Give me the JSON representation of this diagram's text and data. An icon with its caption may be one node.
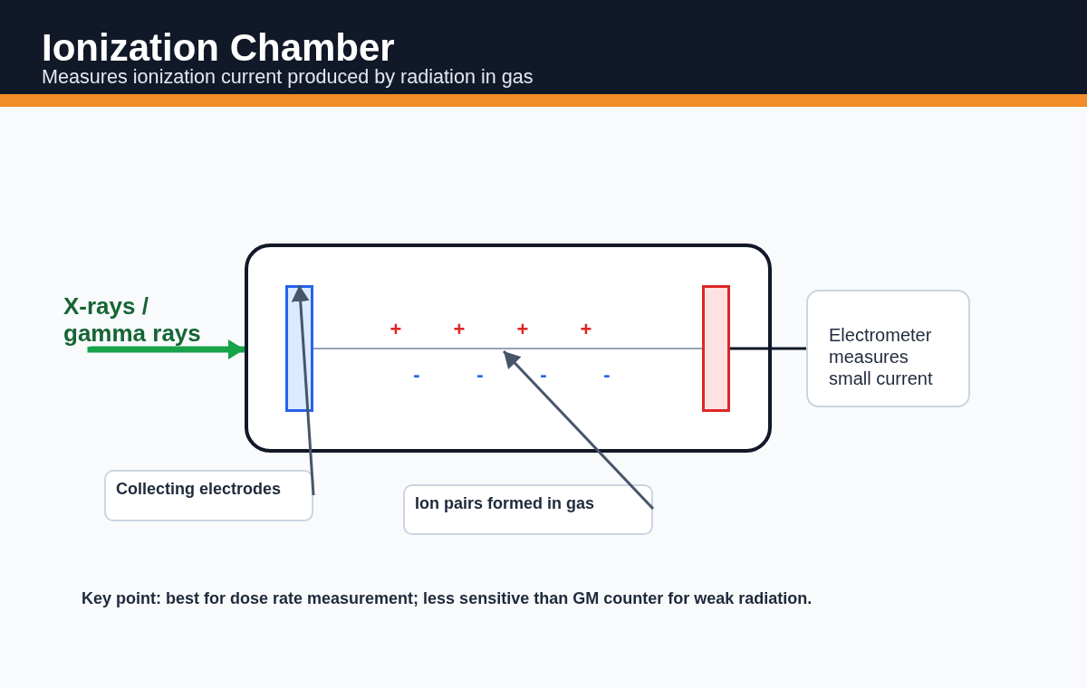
{
  "diagram": {
    "title": "Ionization Chamber",
    "nodes": [
      {
        "text": [
          "X-rays / gamma rays"
        ]
      },
      {
        "text": [],
        "shape": "box"
      },
      {
        "text": [],
        "shape": "bar",
        "in": 1
      },
      {
        "text": [],
        "shape": "bar",
        "in": 1
      },
      {
        "text": [
          "Electrometer measures small current"
        ]
      },
      {
        "text": [
          "Collecting electrodes"
        ]
      },
      {
        "text": [
          "Ion pairs formed in gas"
        ]
      }
    ],
    "edges": [
      {
        "from": 0,
        "to": 1,
        "arrow": "to",
        "style": "thick",
        "color": "#16a34a"
      },
      {
        "from": 2,
        "to": 3,
        "arrow": "none",
        "color": "#94a3b8"
      },
      {
        "from": 3,
        "to": 4,
        "arrow": "none",
        "color": "#111827"
      },
      {
        "from": 5,
        "to": 2,
        "arrow": "to"
      },
      {
        "from": 6,
        "to": null,
        "arrow": "to"
      }
    ],
    "labels": [
      "Measures ionization current produced by radiation in gas",
      "+",
      "+",
      "+",
      "+",
      "-",
      "-",
      "-",
      "-",
      "Key point: best for dose rate measurement; less sensitive than GM counter for weak radiation."
    ]
  }
}
